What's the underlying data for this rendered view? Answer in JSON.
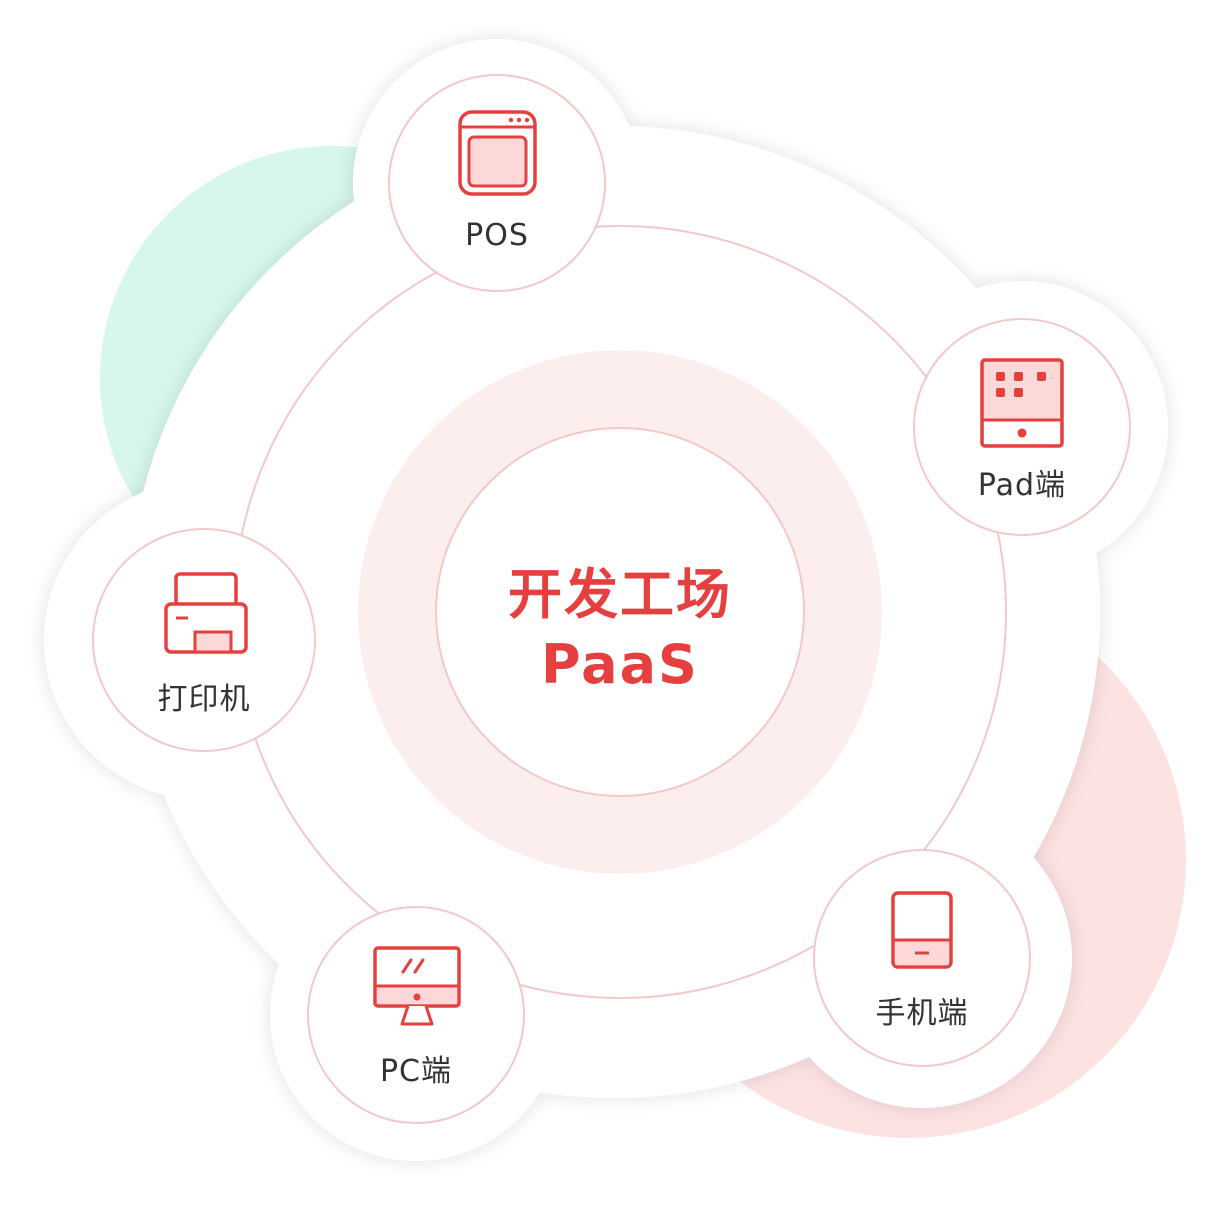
{
  "center": {
    "line1": "开发工场",
    "line2": "PaaS"
  },
  "nodes": [
    {
      "id": "pos",
      "label": "POS",
      "icon": "pos-terminal-icon"
    },
    {
      "id": "pad",
      "label": "Pad端",
      "icon": "tablet-icon"
    },
    {
      "id": "mobile",
      "label": "手机端",
      "icon": "mobile-phone-icon"
    },
    {
      "id": "pc",
      "label": "PC端",
      "icon": "desktop-monitor-icon"
    },
    {
      "id": "printer",
      "label": "打印机",
      "icon": "printer-icon"
    }
  ],
  "colors": {
    "accent": "#e5403f",
    "accent_fill": "#fdd8d8",
    "mint_blob": "#d6f7ea",
    "pink_blob": "#fde2e2",
    "ring_stroke": "#f3c9c8",
    "label_text": "#333333"
  }
}
